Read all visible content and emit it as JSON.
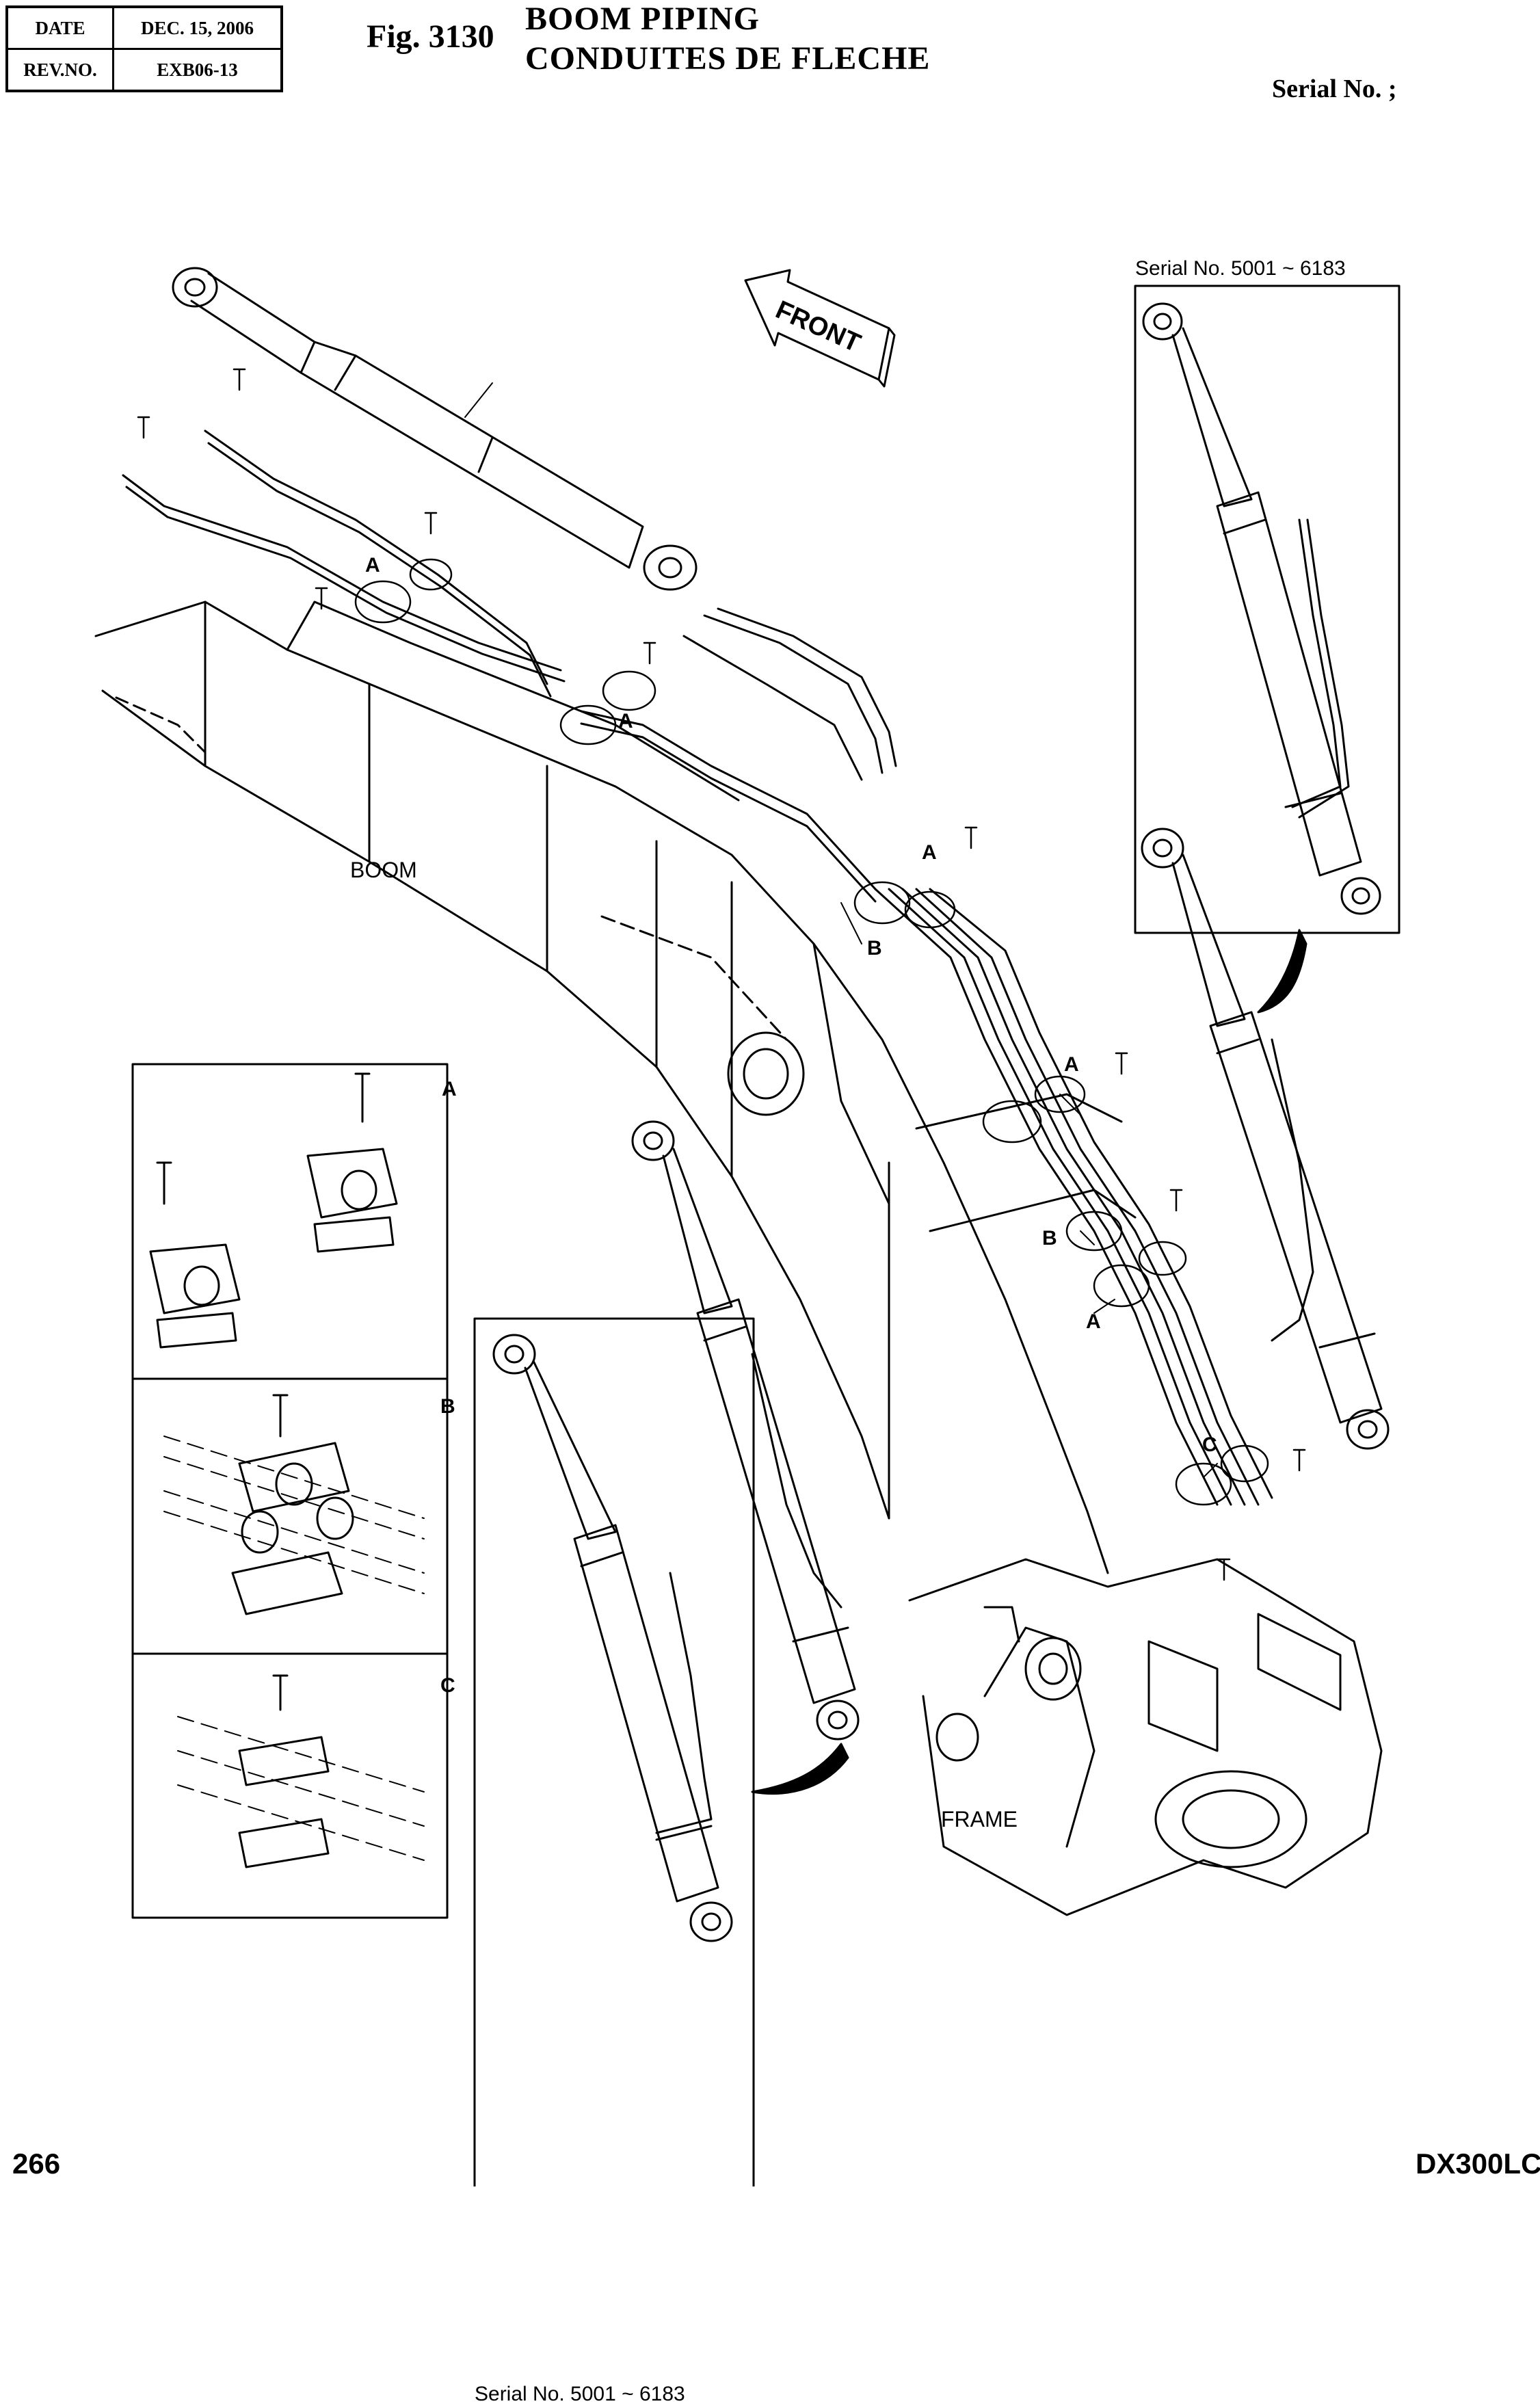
{
  "header": {
    "date_label": "DATE",
    "date_value": "DEC. 15, 2006",
    "rev_label": "REV.NO.",
    "rev_value": "EXB06-13"
  },
  "figure": {
    "number": "Fig. 3130",
    "title_en": "BOOM PIPING",
    "title_fr": "CONDUITES DE FLECHE",
    "serial_label": "Serial No. ;"
  },
  "callouts": {
    "front": "FRONT",
    "boom": "BOOM",
    "frame": "FRAME",
    "serial_range_right": "Serial No. 5001 ~ 6183",
    "serial_range_left": "Serial No. 5001 ~ 6183",
    "detail_a": "A",
    "detail_b": "B",
    "detail_c": "C"
  },
  "footer": {
    "page_number": "266",
    "model": "DX300LC"
  }
}
